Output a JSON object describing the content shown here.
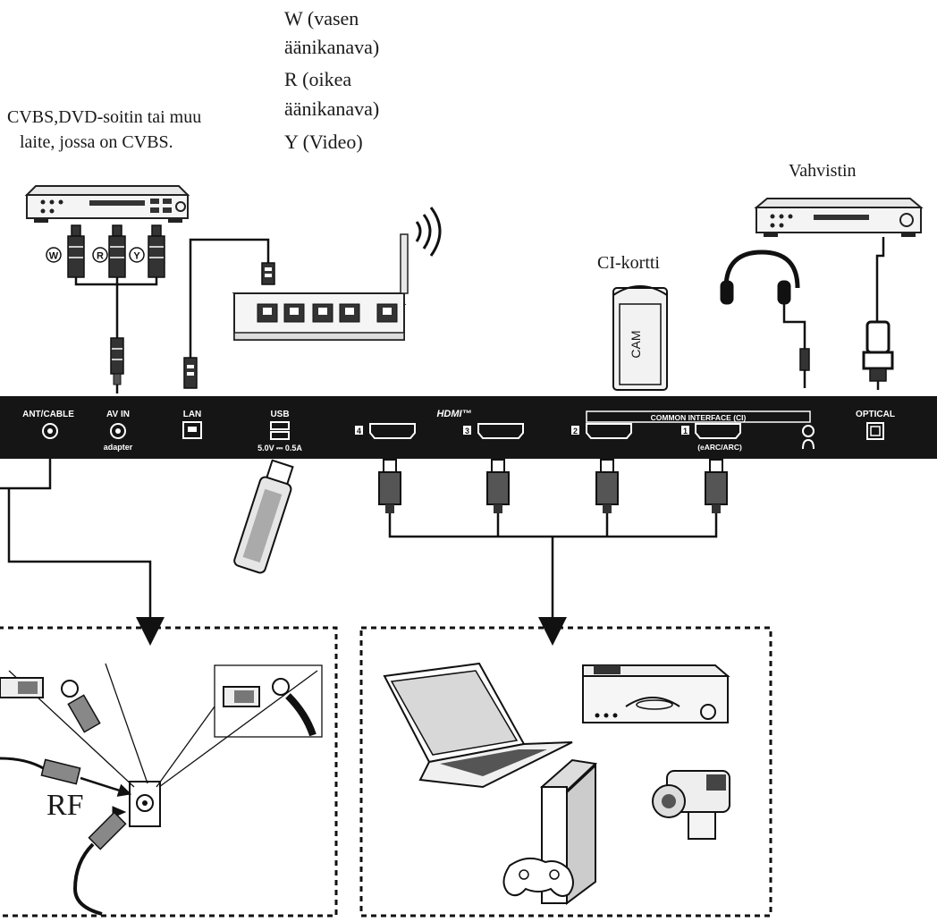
{
  "labels": {
    "w_line1": "W (vasen",
    "w_line2": "äänikanava)",
    "r_line1": "R (oikea",
    "r_line2": "äänikanava)",
    "y_line": "Y (Video)",
    "cvbs_line1": "CVBS,DVD-soitin tai muu",
    "cvbs_line2": "laite, jossa on CVBS.",
    "amplifier": "Vahvistin",
    "ci_card": "CI-kortti",
    "rf": "RF"
  },
  "panel": {
    "ant_cable": "ANT/CABLE",
    "av_in": "AV IN",
    "adapter": "adapter",
    "lan": "LAN",
    "usb": "USB",
    "usb_rating": "5.0V ⎓ 0.5A",
    "hdmi_logo": "HDMI™",
    "hdmi_4": "4",
    "hdmi_3": "3",
    "hdmi_2": "2",
    "hdmi_1": "1",
    "earc": "(eARC/ARC)",
    "common_interface": "COMMON INTERFACE (CI)",
    "optical": "OPTICAL"
  },
  "cam_card_text": "CAM",
  "rca_markers": {
    "w": "W",
    "r": "R",
    "y": "Y"
  },
  "colors": {
    "panel": "#151515",
    "line": "#1a1a1a",
    "background": "#ffffff"
  }
}
